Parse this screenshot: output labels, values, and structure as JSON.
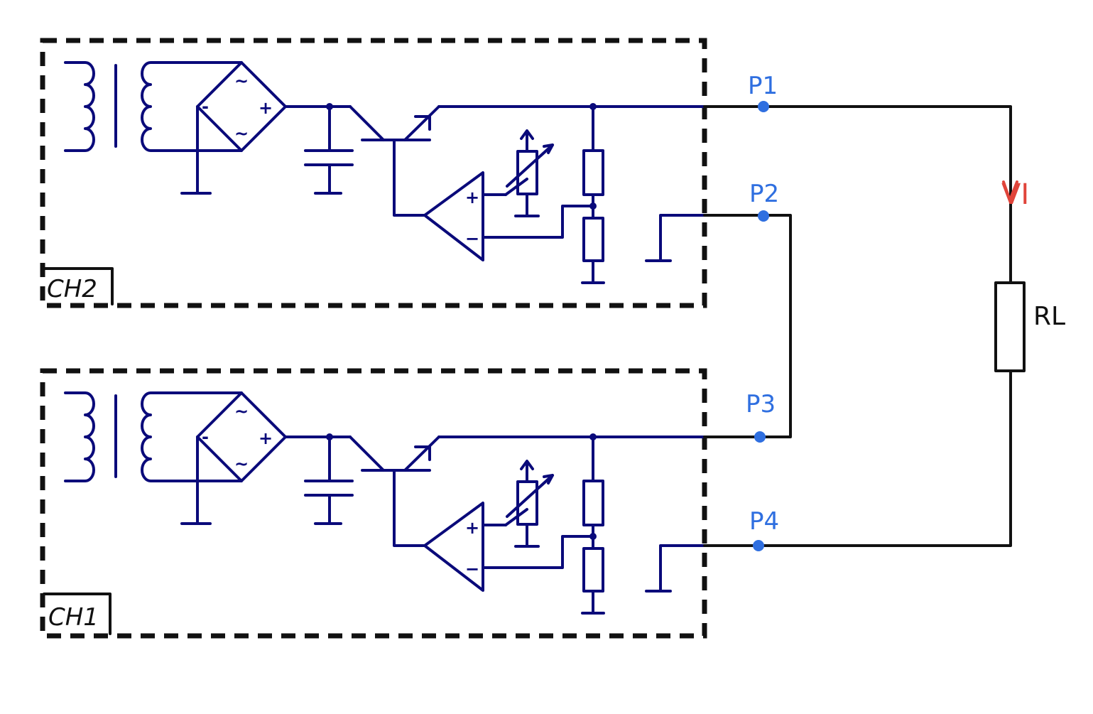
{
  "channels": [
    {
      "label": "CH2"
    },
    {
      "label": "CH1"
    }
  ],
  "terminals": [
    {
      "label": "P1"
    },
    {
      "label": "P2"
    },
    {
      "label": "P3"
    },
    {
      "label": "P4"
    }
  ],
  "load": {
    "current_label": "VI",
    "resistor_label": "RL"
  },
  "symbols": {
    "opamp_plus": "+",
    "opamp_minus": "−",
    "bridge_plus": "+",
    "bridge_minus": "-",
    "bridge_ac": "~"
  },
  "colors": {
    "circuit": "#0a0a7a",
    "terminal": "#2f6fe0",
    "current_marker": "#e0443a",
    "wire": "#111111"
  }
}
